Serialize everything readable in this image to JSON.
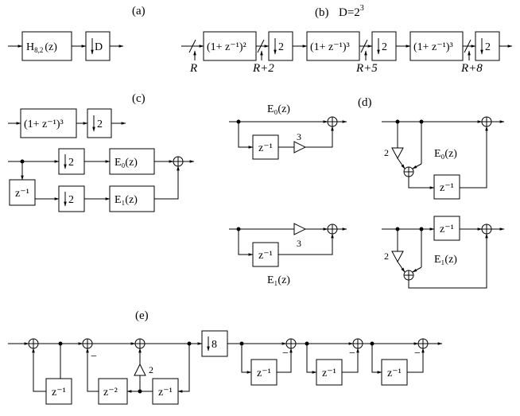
{
  "panels": {
    "a": {
      "label": "(a)",
      "filter_main": "H",
      "filter_sub": "8,2",
      "filter_arg": "(z)",
      "down_factor": "D"
    },
    "b": {
      "label": "(b)",
      "title_base": "D=2",
      "title_exp": "3",
      "stage1": "(1+ z⁻¹)²",
      "stage2": "(1+ z⁻¹)³",
      "stage3": "(1+ z⁻¹)³",
      "down": "2",
      "bitwidths": [
        "R",
        "R+2",
        "R+5",
        "R+8"
      ]
    },
    "c": {
      "label": "(c)",
      "filter": "(1+ z⁻¹)³",
      "down": "2",
      "delay": "z⁻¹",
      "e0": "E₀(z)",
      "e1": "E₁(z)"
    },
    "mid": {
      "e0_title": "E₀(z)",
      "e1_title": "E₁(z)",
      "delay": "z⁻¹",
      "gain": "3"
    },
    "d": {
      "label": "(d)",
      "gain": "2",
      "delay": "z⁻¹",
      "e0": "E₀(z)",
      "e1": "E₁(z)"
    },
    "e": {
      "label": "(e)",
      "delay1": "z⁻¹",
      "delay2": "z⁻²",
      "delay": "z⁻¹",
      "gain": "2",
      "down": "8",
      "minus": "−"
    }
  }
}
